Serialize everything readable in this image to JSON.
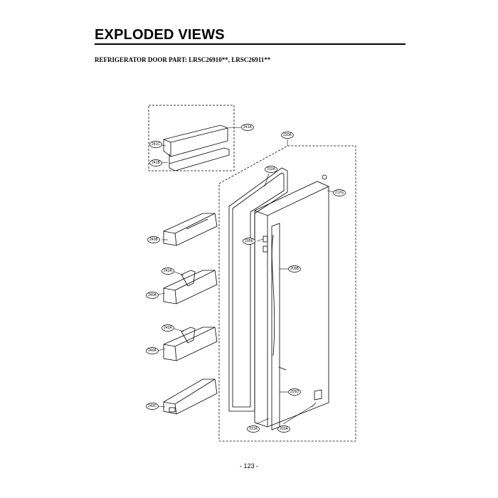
{
  "header": {
    "title": "EXPLODED VIEWS",
    "subtitle": "REFRIGERATOR DOOR PART: LRSC26910**, LRSC26911**"
  },
  "footer": {
    "page_number": "- 123 -"
  },
  "callouts": [
    {
      "id": "c241A",
      "label": "241A"
    },
    {
      "id": "c241C",
      "label": "241C"
    },
    {
      "id": "c241B",
      "label": "241B"
    },
    {
      "id": "c230A",
      "label": "230A"
    },
    {
      "id": "c232A",
      "label": "232A"
    },
    {
      "id": "c212G",
      "label": "212G"
    },
    {
      "id": "c240B",
      "label": "240B"
    },
    {
      "id": "c205E",
      "label": "205E"
    },
    {
      "id": "c242A1",
      "label": "242A"
    },
    {
      "id": "c205B",
      "label": "205B"
    },
    {
      "id": "c240A1",
      "label": "240A"
    },
    {
      "id": "c242A2",
      "label": "242A"
    },
    {
      "id": "c240A2",
      "label": "240A"
    },
    {
      "id": "c205D",
      "label": "205D"
    },
    {
      "id": "c240C",
      "label": "240C"
    },
    {
      "id": "c231A",
      "label": "231A"
    },
    {
      "id": "c203A",
      "label": "203A"
    }
  ]
}
